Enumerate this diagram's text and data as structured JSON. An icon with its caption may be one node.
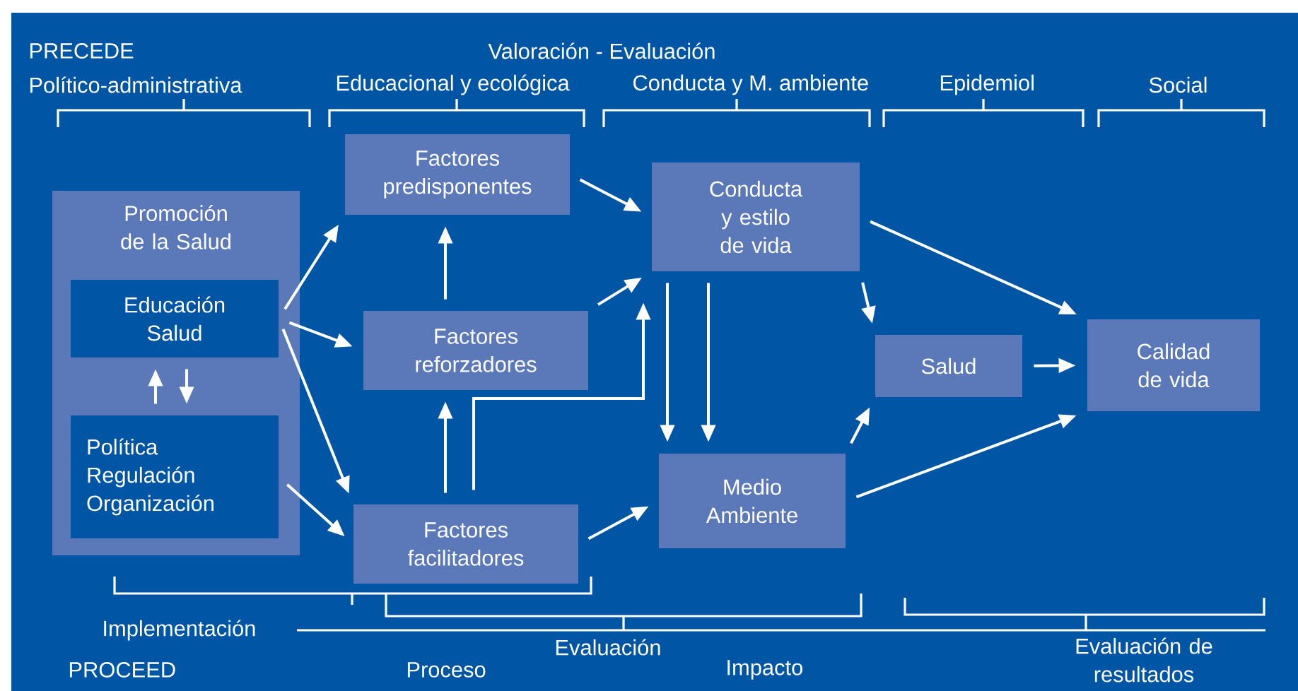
{
  "diagram": {
    "nodes": [
      {
        "text": [
          "Promoción de la Salud"
        ]
      },
      {
        "text": [
          "Educación Salud"
        ],
        "in": 0
      },
      {
        "text": [
          "Política Regulación Organización"
        ],
        "in": 0
      },
      {
        "text": [
          "Factores predisponentes"
        ]
      },
      {
        "text": [
          "Factores reforzadores"
        ]
      },
      {
        "text": [
          "Factores facilitadores"
        ]
      },
      {
        "text": [
          "Conducta y estilo de vida"
        ]
      },
      {
        "text": [
          "Medio Ambiente"
        ]
      },
      {
        "text": [
          "Salud"
        ]
      },
      {
        "text": [
          "Calidad de vida"
        ]
      }
    ],
    "edges": [
      {
        "from": 1,
        "to": 3,
        "arrow": "to"
      },
      {
        "from": 1,
        "to": 4,
        "arrow": "to"
      },
      {
        "from": 1,
        "to": 5,
        "arrow": "to"
      },
      {
        "from": 2,
        "to": 1,
        "arrow": "to"
      },
      {
        "from": 1,
        "to": 2,
        "arrow": "to"
      },
      {
        "from": 2,
        "to": 5,
        "arrow": "to"
      },
      {
        "from": 4,
        "to": 3,
        "arrow": "to"
      },
      {
        "from": 5,
        "to": 4,
        "arrow": "to"
      },
      {
        "from": 5,
        "to": 6,
        "arrow": "to"
      },
      {
        "from": 3,
        "to": 6,
        "arrow": "to"
      },
      {
        "from": 4,
        "to": 6,
        "arrow": "to"
      },
      {
        "from": 5,
        "to": 7,
        "arrow": "to"
      },
      {
        "from": 6,
        "to": 7,
        "arrow": "to"
      },
      {
        "from": 6,
        "to": 7,
        "arrow": "to"
      },
      {
        "from": 6,
        "to": 8,
        "arrow": "to"
      },
      {
        "from": 6,
        "to": 9,
        "arrow": "to"
      },
      {
        "from": 7,
        "to": 8,
        "arrow": "to"
      },
      {
        "from": 7,
        "to": 9,
        "arrow": "to"
      },
      {
        "from": 8,
        "to": 9,
        "arrow": "to"
      }
    ],
    "labels": [
      "PRECEDE",
      "Valoración - Evaluación",
      "Político-administrativa",
      "Educacional y ecológica",
      "Conducta y M. ambiente",
      "Epidemiol",
      "Social",
      "Implementación",
      "Evaluación",
      "Evaluación de resultados",
      "PROCEED",
      "Proceso",
      "Impacto"
    ]
  }
}
